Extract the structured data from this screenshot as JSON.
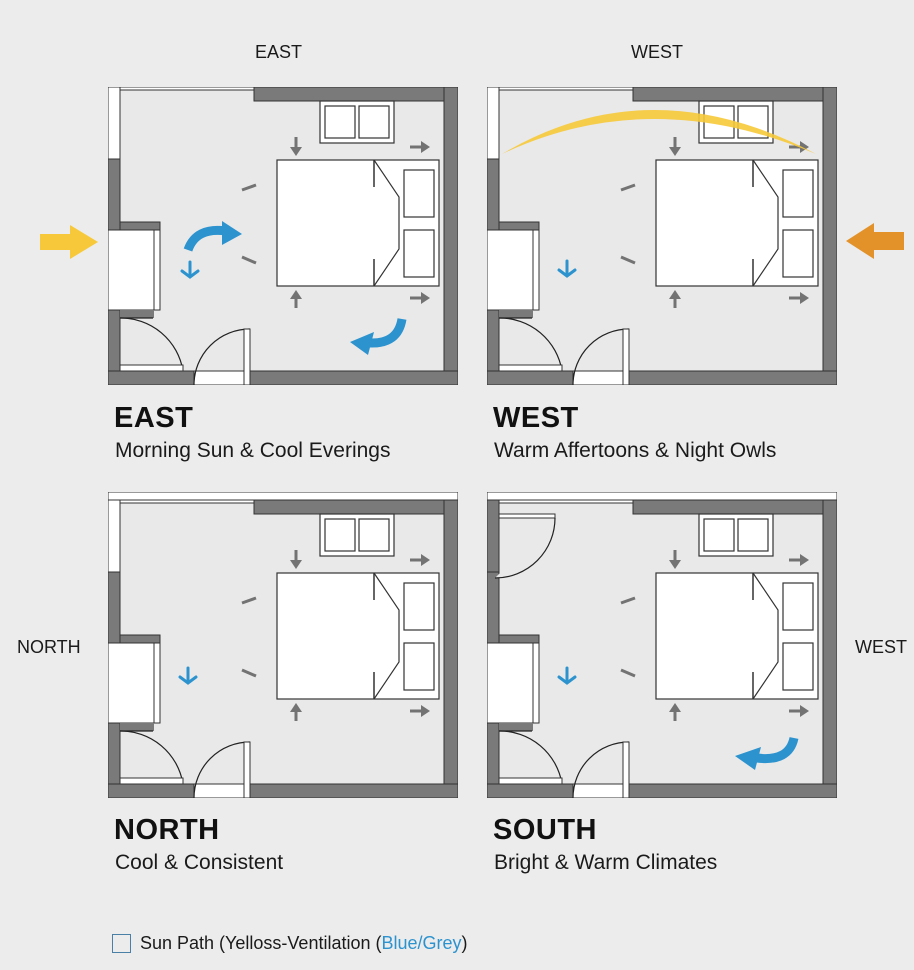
{
  "compass_labels": {
    "top_left": "EAST",
    "top_right": "WEST",
    "left": "NORTH",
    "right": "WEST"
  },
  "panels": [
    {
      "id": "east",
      "title": "EAST",
      "subtitle": "Morning Sun & Cool Everings",
      "sun_indicator": "yellow-arrow-from-left",
      "airflow": "two-curved-blue-arrows"
    },
    {
      "id": "west",
      "title": "WEST",
      "subtitle": "Warm Affertoons & Night Owls",
      "sun_indicator": "yellow-sun-arc-and-orange-arrow-from-right",
      "airflow": "small-blue-arrow"
    },
    {
      "id": "north",
      "title": "NORTH",
      "subtitle": "Cool & Consistent",
      "sun_indicator": "none",
      "airflow": "small-blue-arrow"
    },
    {
      "id": "south",
      "title": "SOUTH",
      "subtitle": "Bright & Warm Climates",
      "sun_indicator": "none",
      "airflow": "curved-blue-arrow"
    }
  ],
  "legend": {
    "prefix": "Sun Path (Yelloss-Ventilation (",
    "highlight": "Blue/Grey",
    "suffix": ")"
  },
  "colors": {
    "background": "#ececec",
    "wall": "#7a7a7a",
    "sun_yellow": "#f7c93a",
    "sun_orange": "#e3922a",
    "airflow_blue": "#2c93cf",
    "guide_grey": "#737373"
  }
}
